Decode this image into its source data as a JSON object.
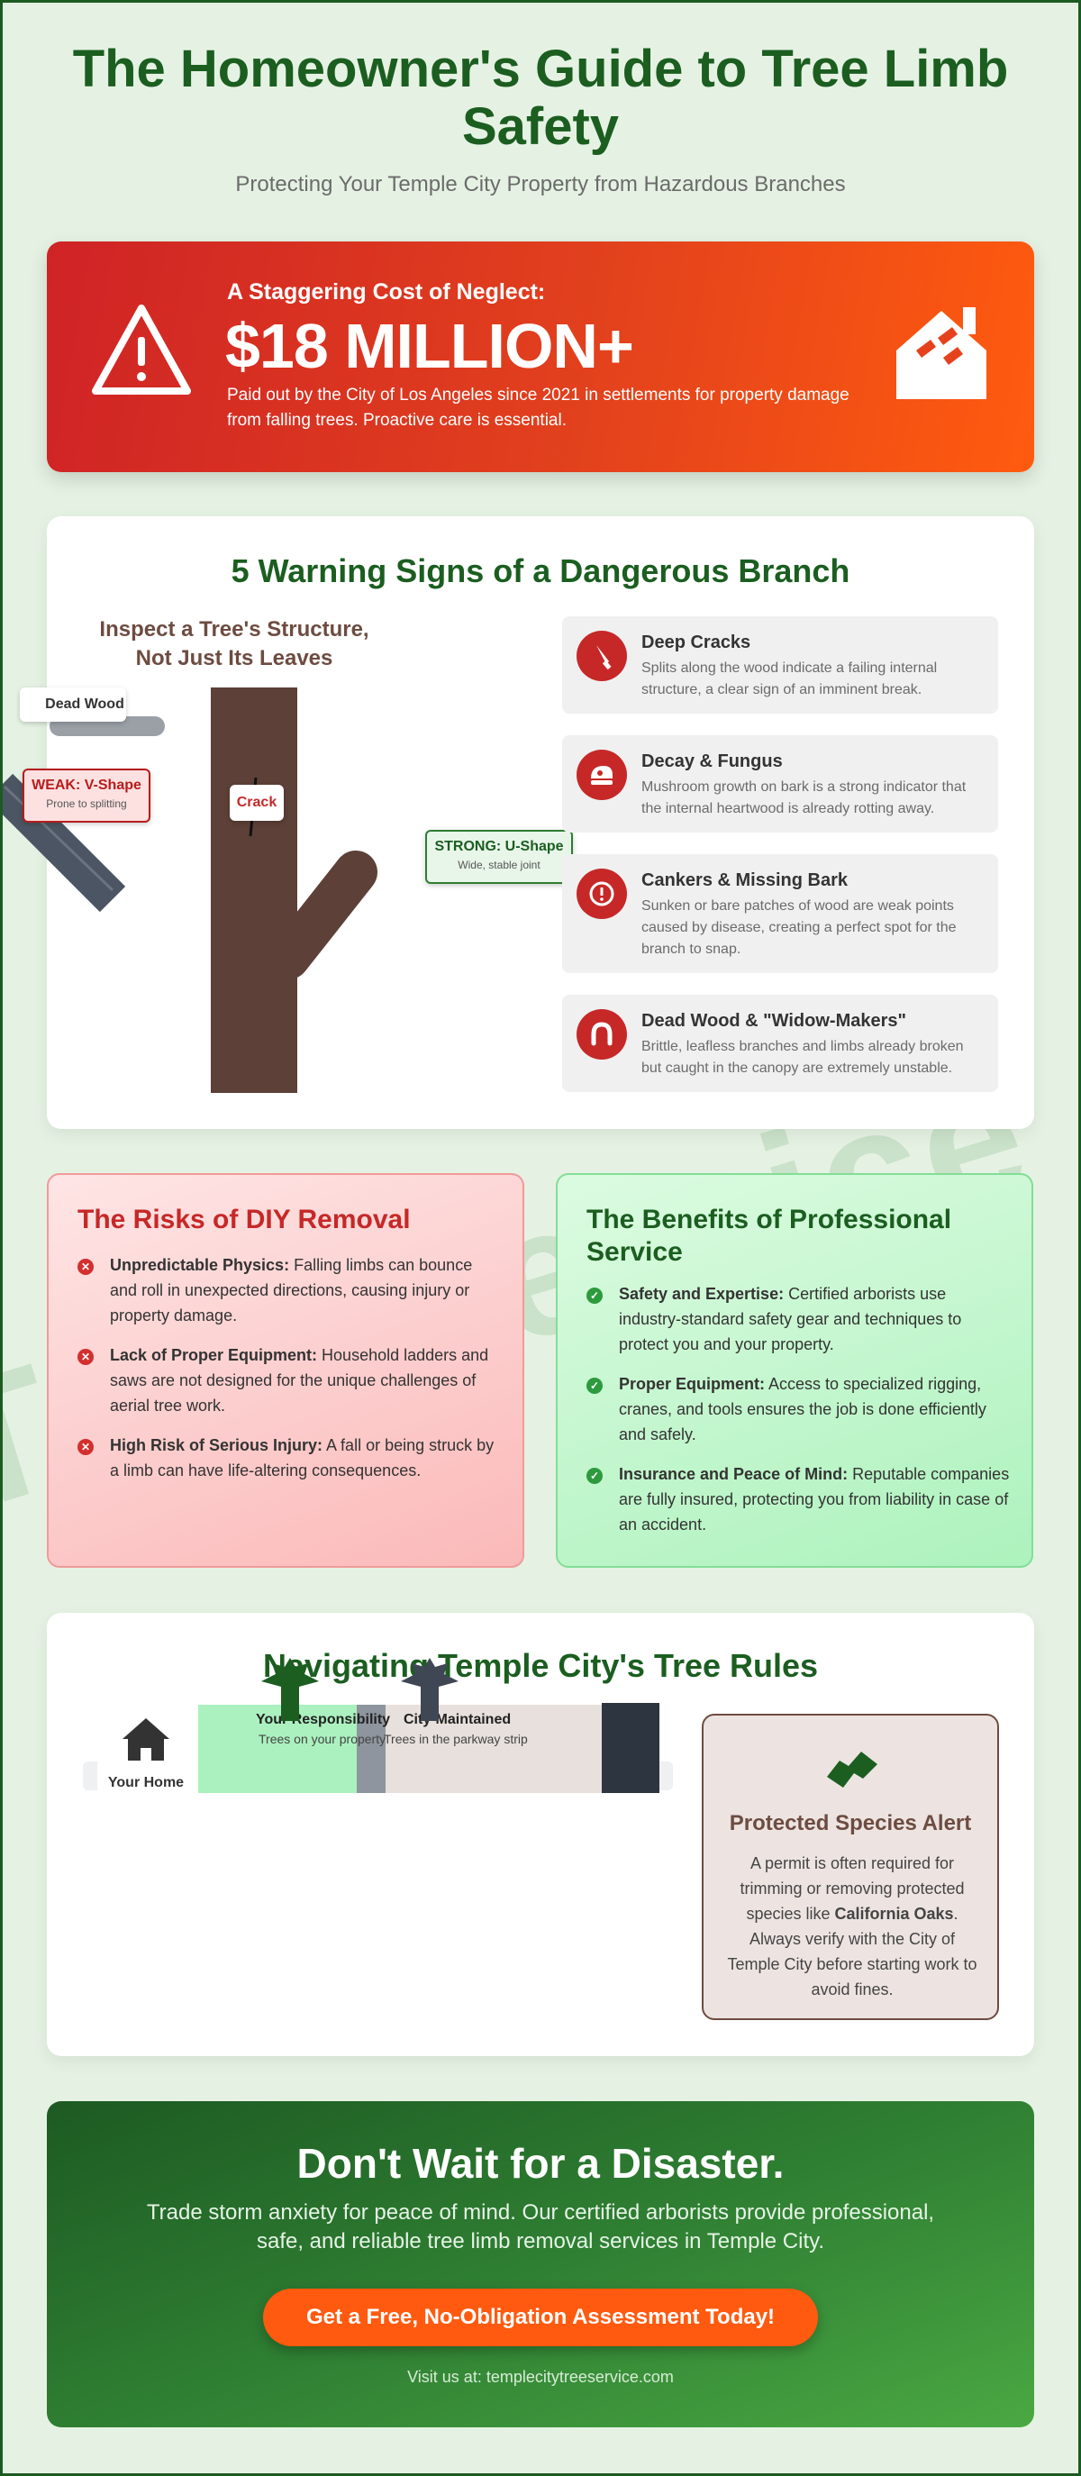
{
  "header": {
    "title": "The Homeowner's Guide to Tree Limb Safety",
    "subtitle": "Protecting Your Temple City Property from Hazardous Branches"
  },
  "watermark": "Tree Service",
  "alert": {
    "kicker": "A Staggering Cost of Neglect:",
    "amount": "$18 MILLION+",
    "description": "Paid out by the City of Los Angeles since 2021 in settlements for property damage from falling trees. Proactive care is essential.",
    "icons": [
      "warning-icon",
      "broken-house-icon"
    ]
  },
  "signs": {
    "title": "5 Warning Signs of a Dangerous Branch",
    "diagram_title": "Inspect a Tree's Structure, Not Just Its Leaves",
    "labels": {
      "dead_wood": "Dead Wood",
      "weak": "WEAK: V-Shape",
      "weak_sub": "Prone to splitting",
      "crack": "Crack",
      "strong": "STRONG: U-Shape",
      "strong_sub": "Wide, stable joint"
    },
    "items": [
      {
        "title": "Deep Cracks",
        "desc": "Splits along the wood indicate a failing internal structure, a clear sign of an imminent break.",
        "icon": "knife-icon"
      },
      {
        "title": "Decay & Fungus",
        "desc": "Mushroom growth on bark is a strong indicator that the internal heartwood is already rotting away.",
        "icon": "mushroom-icon"
      },
      {
        "title": "Cankers & Missing Bark",
        "desc": "Sunken or bare patches of wood are weak points caused by disease, creating a perfect spot for the branch to snap.",
        "icon": "exclamation-circle-icon"
      },
      {
        "title": "Dead Wood & \"Widow-Makers\"",
        "desc": "Brittle, leafless branches and limbs already broken but caught in the canopy are extremely unstable.",
        "icon": "horseshoe-icon"
      }
    ]
  },
  "risks": {
    "title": "The Risks of DIY Removal",
    "items": [
      {
        "label": "Unpredictable Physics:",
        "text": "Falling limbs can bounce and roll in unexpected directions, causing injury or property damage."
      },
      {
        "label": "Lack of Proper Equipment:",
        "text": "Household ladders and saws are not designed for the unique challenges of aerial tree work."
      },
      {
        "label": "High Risk of Serious Injury:",
        "text": "A fall or being struck by a limb can have life-altering consequences."
      }
    ]
  },
  "benefits": {
    "title": "The Benefits of Professional Service",
    "items": [
      {
        "label": "Safety and Expertise:",
        "text": "Certified arborists use industry-standard safety gear and techniques to protect you and your property."
      },
      {
        "label": "Proper Equipment:",
        "text": "Access to specialized rigging, cranes, and tools ensures the job is done efficiently and safely."
      },
      {
        "label": "Insurance and Peace of Mind:",
        "text": "Reputable companies are fully insured, protecting you from liability in case of an accident."
      }
    ]
  },
  "rules": {
    "title": "Navigating Temple City's Tree Rules",
    "home_label": "Your Home",
    "your_zone_title": "Your Responsibility",
    "your_zone_sub": "Trees on your property",
    "city_zone_title": "City-Maintained",
    "city_zone_sub": "Trees in the parkway strip",
    "protected_title": "Protected Species Alert",
    "protected_text_before": "A permit is often required for trimming or removing protected species like ",
    "protected_species": "California Oaks",
    "protected_text_after": ". Always verify with the City of Temple City before starting work to avoid fines."
  },
  "cta": {
    "title": "Don't Wait for a Disaster.",
    "text": "Trade storm anxiety for peace of mind. Our certified arborists provide professional, safe, and reliable tree limb removal services in Temple City.",
    "button": "Get a Free, No-Obligation Assessment Today!",
    "url": "Visit us at: templecitytreeservice.com"
  },
  "colors": {
    "primary_green": "#1b5e20",
    "alert_red": "#cf2326",
    "alert_orange": "#ff5b0f",
    "bark_brown": "#5d4037",
    "page_bg": "#e5f2e3"
  }
}
